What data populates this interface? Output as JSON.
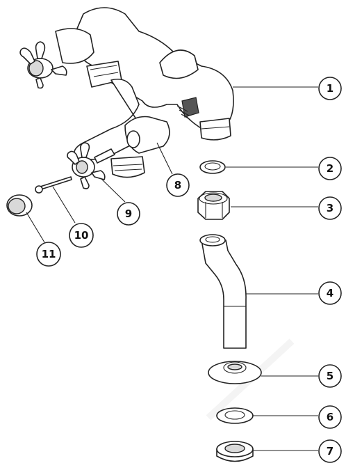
{
  "callouts": [
    {
      "id": "1",
      "label": "1"
    },
    {
      "id": "2",
      "label": "2"
    },
    {
      "id": "3",
      "label": "3"
    },
    {
      "id": "4",
      "label": "4"
    },
    {
      "id": "5",
      "label": "5"
    },
    {
      "id": "6",
      "label": "6"
    },
    {
      "id": "7",
      "label": "7"
    },
    {
      "id": "8",
      "label": "8"
    },
    {
      "id": "9",
      "label": "9"
    },
    {
      "id": "10",
      "label": "10"
    },
    {
      "id": "11",
      "label": "11"
    }
  ],
  "colors": {
    "line": "#222222",
    "shade": "#d9d9d9",
    "watermark": "#f2f2f2"
  }
}
